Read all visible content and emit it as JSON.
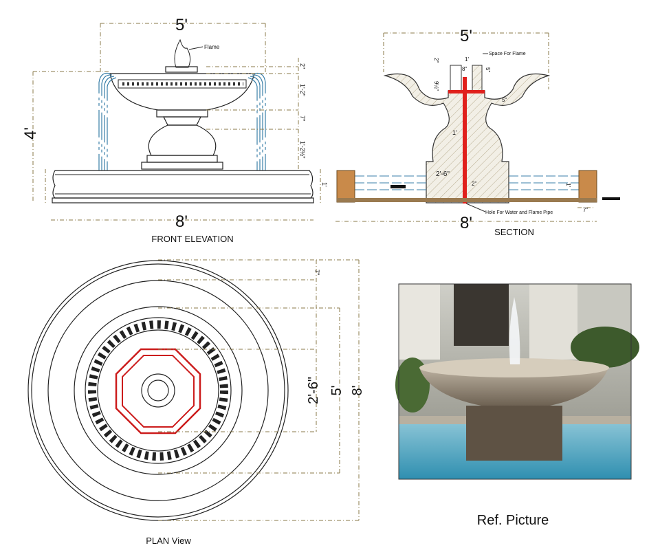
{
  "front_elevation": {
    "title": "FRONT ELEVATION",
    "width_top": "5'",
    "width_base": "8'",
    "height": "4'",
    "flame_label": "Flame",
    "dims": [
      "2\"",
      "1'-2\"",
      "7\"",
      "1'-2½\"",
      "1'"
    ]
  },
  "section": {
    "title": "SECTION",
    "width_top": "5'",
    "width_base": "8'",
    "space_for_flame": "Space For Flame",
    "hole_label": "Hole For Water and Flame Pipe",
    "dims": {
      "top": "1'",
      "inner": "8\"",
      "left_a": "2\"",
      "left_b": "9½\"",
      "right": "5\"",
      "lip": "5\"",
      "neck": "1'",
      "base": "2'-6\"",
      "pipe": "2\"",
      "rim": "7\"",
      "wall": "1'"
    }
  },
  "plan": {
    "title": "PLAN View",
    "dims": [
      "7\"",
      "2'-6\"",
      "5'",
      "8'"
    ]
  },
  "ref_picture": {
    "caption": "Ref. Picture"
  },
  "colors": {
    "pipe": "#e0201c",
    "dimension": "#8a7a4a",
    "water": "#3a7fa8",
    "stone": "#c98a4a"
  }
}
